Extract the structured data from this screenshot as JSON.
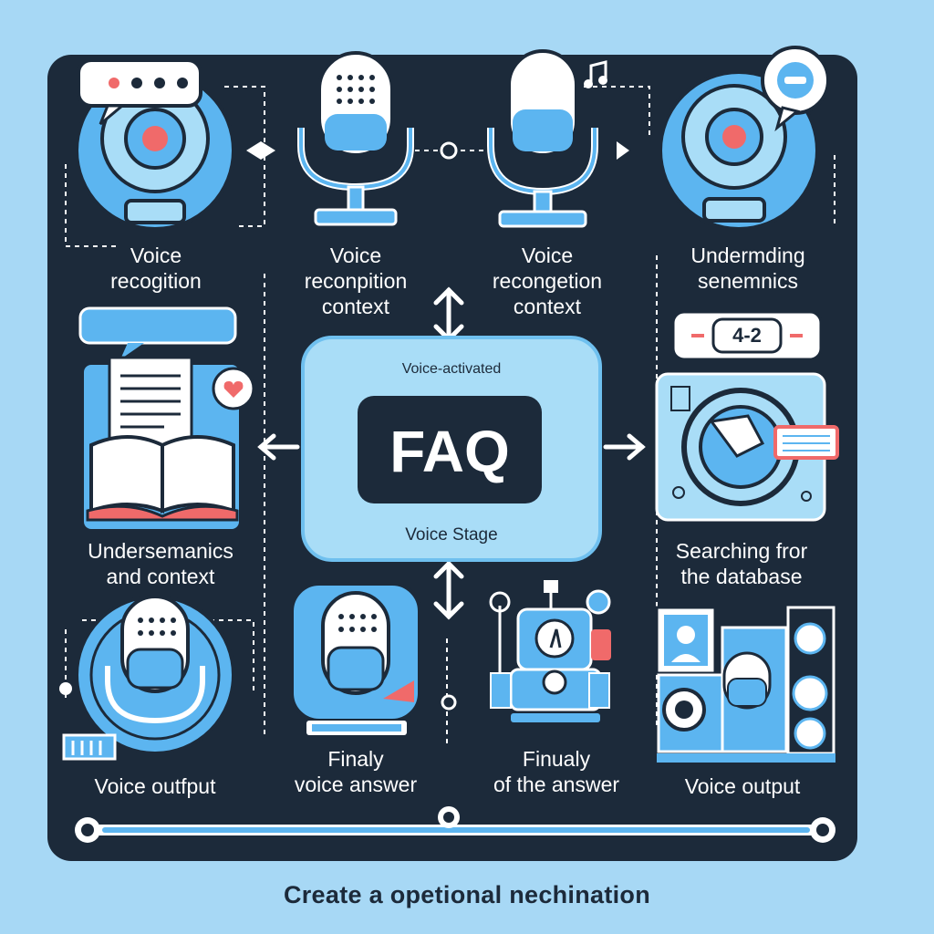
{
  "diagram": {
    "center": {
      "top_label": "Voice-activated",
      "title": "FAQ",
      "bottom_label": "Voice Stage"
    },
    "steps": [
      {
        "label": "Voice\nrecogition",
        "icon": "webcam-speech-icon"
      },
      {
        "label": "Voice\nreconpition\ncontext",
        "icon": "microphone-icon"
      },
      {
        "label": "Voice\nrecongetion\ncontext",
        "icon": "microphone-music-icon"
      },
      {
        "label": "Undermding\nsenemnics",
        "icon": "webcam-chat-icon"
      },
      {
        "label": "Undersemanics\nand context",
        "icon": "open-book-icon"
      },
      {
        "label": "Searching fror\nthe database",
        "icon": "database-search-icon"
      },
      {
        "label": "Voice outfput",
        "icon": "speaker-microphone-icon"
      },
      {
        "label": "Finaly\nvoice  answer",
        "icon": "podcast-microphone-icon"
      },
      {
        "label": "Finualy\nof the answer",
        "icon": "robot-answer-icon"
      },
      {
        "label": "Voice output",
        "icon": "studio-speakers-icon"
      }
    ],
    "counter_badge": "4-2",
    "caption": "Create a opetional nechination"
  },
  "colors": {
    "background": "#a7d8f5",
    "board": "#1c2a3a",
    "accent_blue": "#5cb5f0",
    "light_blue": "#a9ddf7",
    "accent_red": "#f06a6a",
    "white": "#ffffff"
  }
}
